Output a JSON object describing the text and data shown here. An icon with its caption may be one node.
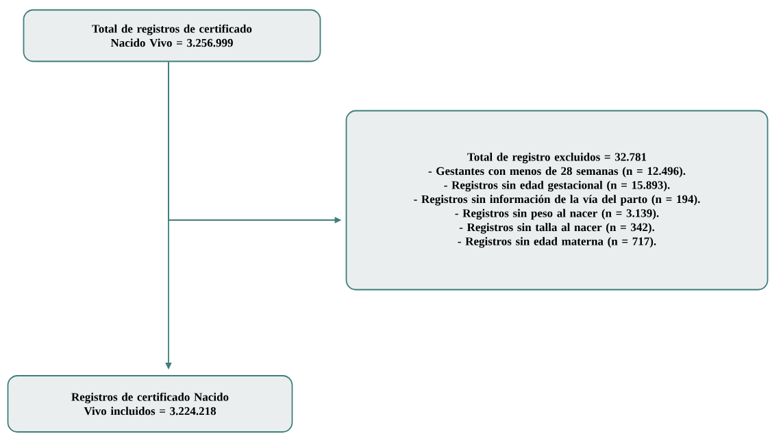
{
  "diagram": {
    "nodes": [
      {
        "text": [
          "Total de registros de certificado Nacido Vivo = 3.256.999"
        ]
      },
      {
        "text": [
          "Total de registro excluidos = 32.781",
          "- Gestantes con menos de 28 semanas (n = 12.496).",
          "- Registros sin edad gestacional (n = 15.893).",
          "- Registros sin información de la vía del parto (n = 194).",
          "- Registros sin peso al nacer (n = 3.139).",
          "- Registros sin talla al nacer (n = 342).",
          "- Registros sin edad materna (n = 717)."
        ]
      },
      {
        "text": [
          "Registros de certificado Nacido Vivo incluidos = 3.224.218"
        ]
      }
    ],
    "edges": [
      {
        "from": 0,
        "to": 2,
        "arrow": "to"
      },
      {
        "from": 0,
        "to": 1,
        "arrow": "to"
      }
    ]
  }
}
